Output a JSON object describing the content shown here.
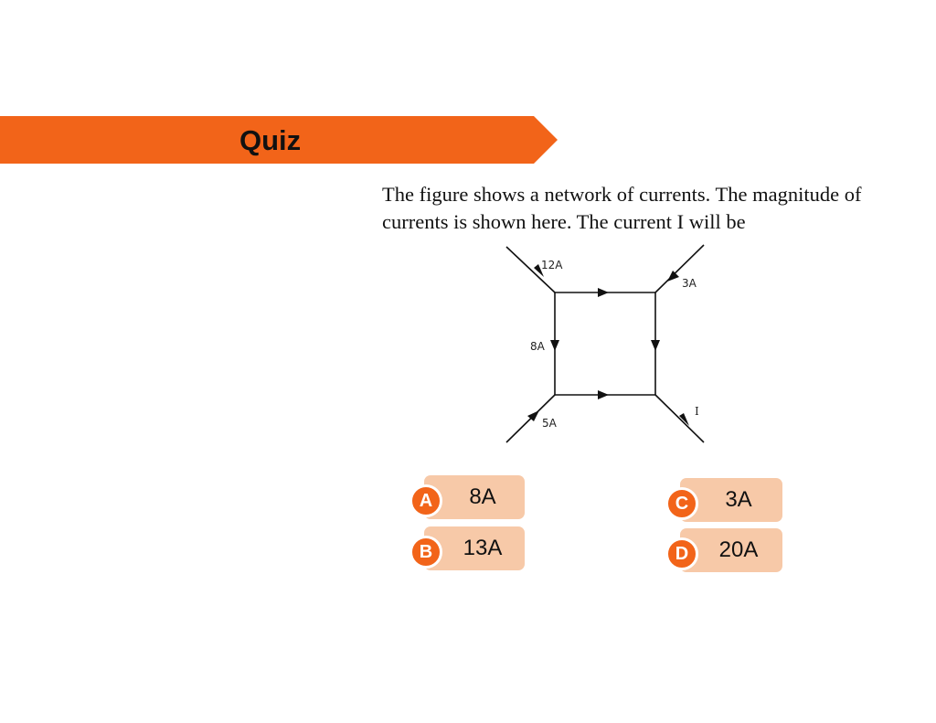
{
  "quiz": {
    "title": "Quiz",
    "accent_color": "#f26419",
    "option_bg_color": "#f7c9a8"
  },
  "question": {
    "text": "The figure shows a network of currents. The magnitude of currents is shown here. The current I will be"
  },
  "figure": {
    "labels": {
      "top_left_in": "12A",
      "top_right_in": "3A",
      "left_side": "8A",
      "bottom_left_in": "5A",
      "output": "I"
    }
  },
  "options": [
    {
      "letter": "A",
      "text": "8A"
    },
    {
      "letter": "B",
      "text": "13A"
    },
    {
      "letter": "C",
      "text": "3A"
    },
    {
      "letter": "D",
      "text": "20A"
    }
  ]
}
